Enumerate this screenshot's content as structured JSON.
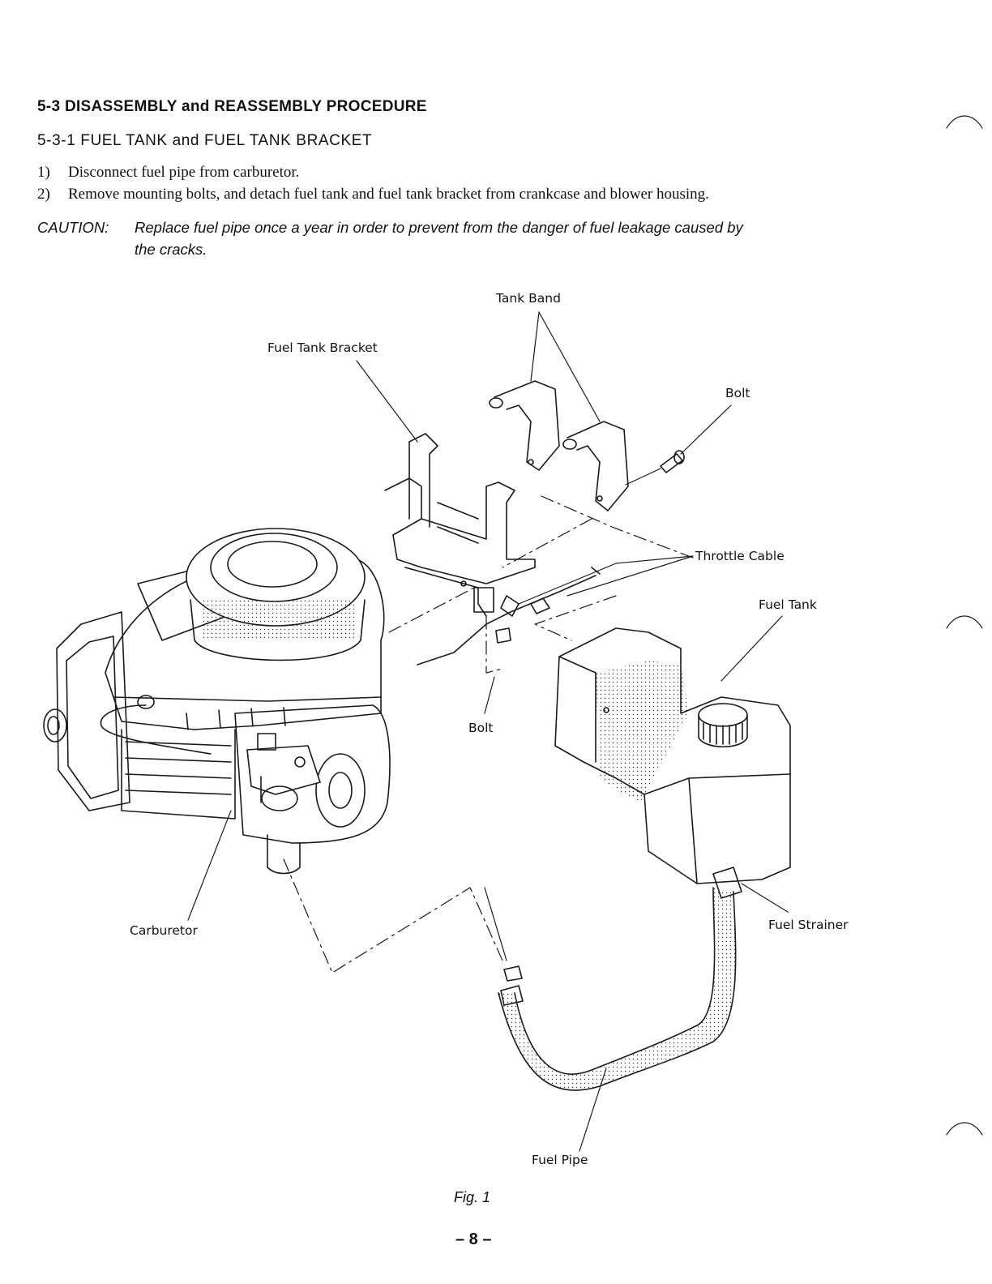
{
  "section": {
    "heading": "5-3 DISASSEMBLY and REASSEMBLY PROCEDURE",
    "subheading": "5-3-1  FUEL TANK and FUEL TANK BRACKET"
  },
  "steps": [
    {
      "num": "1)",
      "text": "Disconnect fuel pipe from carburetor."
    },
    {
      "num": "2)",
      "text": "Remove mounting bolts, and detach fuel tank and fuel tank bracket from crankcase and blower housing."
    }
  ],
  "caution": {
    "label": "CAUTION:",
    "line1": "Replace fuel pipe once a year in order to prevent from the danger of fuel leakage caused by",
    "line2": "the cracks."
  },
  "figure": {
    "labels": {
      "tank_band": "Tank Band",
      "fuel_tank_bracket": "Fuel Tank Bracket",
      "bolt_top": "Bolt",
      "throttle_cable": "Throttle Cable",
      "fuel_tank": "Fuel Tank",
      "bolt_mid": "Bolt",
      "carburetor": "Carburetor",
      "fuel_strainer": "Fuel Strainer",
      "fuel_pipe": "Fuel Pipe"
    },
    "caption": "Fig. 1"
  },
  "page_number": "– 8 –"
}
